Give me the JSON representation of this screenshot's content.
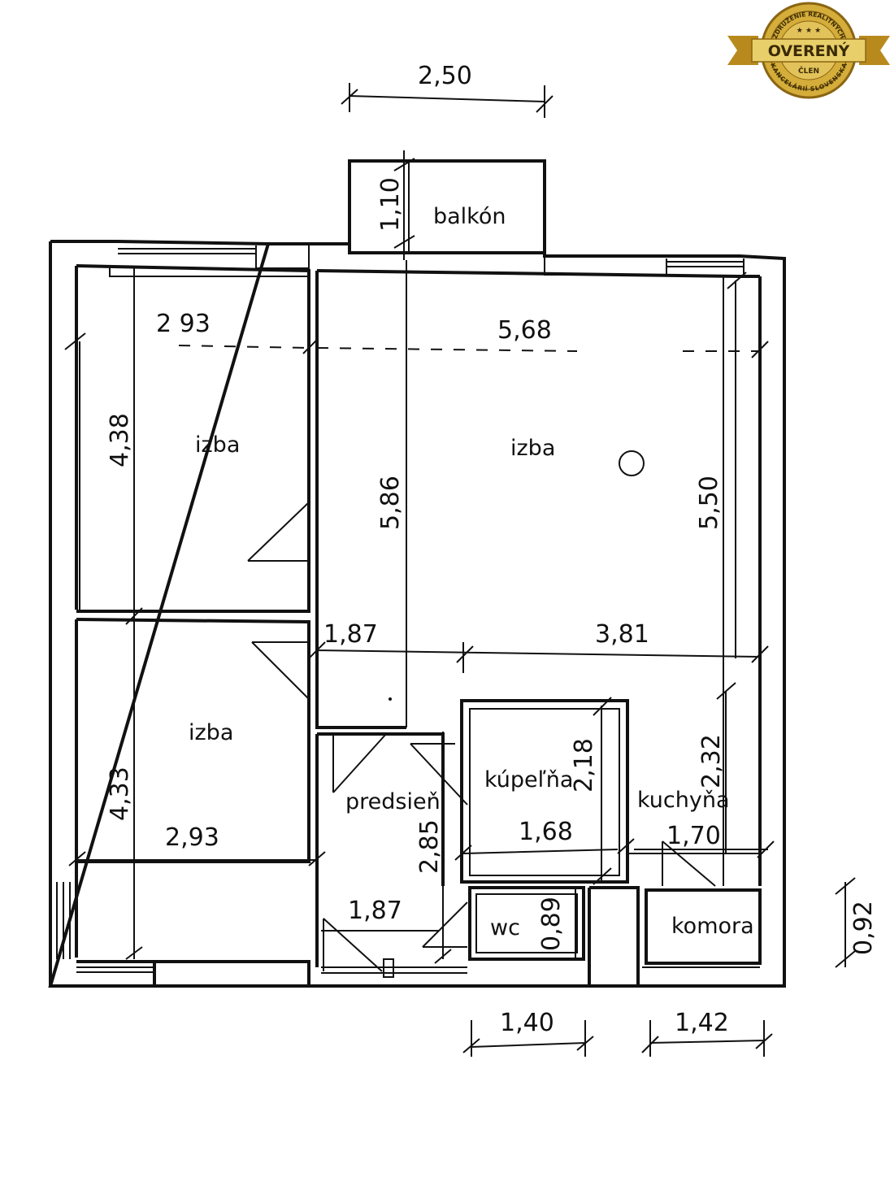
{
  "rooms": {
    "izba_top_left": "izba",
    "izba_main": "izba",
    "izba_bottom_left": "izba",
    "balkon": "balkón",
    "predsien": "predsieň",
    "kupelna": "kúpeľňa",
    "kuchyna": "kuchyňa",
    "wc": "wc",
    "komora": "komora"
  },
  "dimensions": {
    "balcony_width": "2,50",
    "balcony_depth": "1,10",
    "top_left_width": "2 93",
    "top_left_height": "4,38",
    "main_width": "5,68",
    "main_height_left": "5,86",
    "main_height_right": "5,50",
    "hall_width_1": "1,87",
    "hall_width_2": "3,81",
    "bottom_left_height": "4,33",
    "bottom_left_width": "2,93",
    "predsien_height": "2,85",
    "predsien_width": "1,87",
    "kupelna_height": "2,18",
    "kupelna_width": "1,68",
    "kuchyna_height": "2,32",
    "kuchyna_width": "1,70",
    "wc_height": "0,89",
    "komora_height": "0,92",
    "bottom_dim_1": "1,40",
    "bottom_dim_2": "1,42"
  },
  "badge": {
    "top_arc": "ZDRUŽENIE REALITNÝCH",
    "stars": "★ ★ ★",
    "main": "OVERENÝ",
    "sub": "ČLEN",
    "bottom_arc": "KANCELÁRIÍ SLOVENSKA"
  },
  "colors": {
    "ink": "#111111",
    "badge_gold": "#c9a227",
    "badge_dark": "#2b2007"
  }
}
